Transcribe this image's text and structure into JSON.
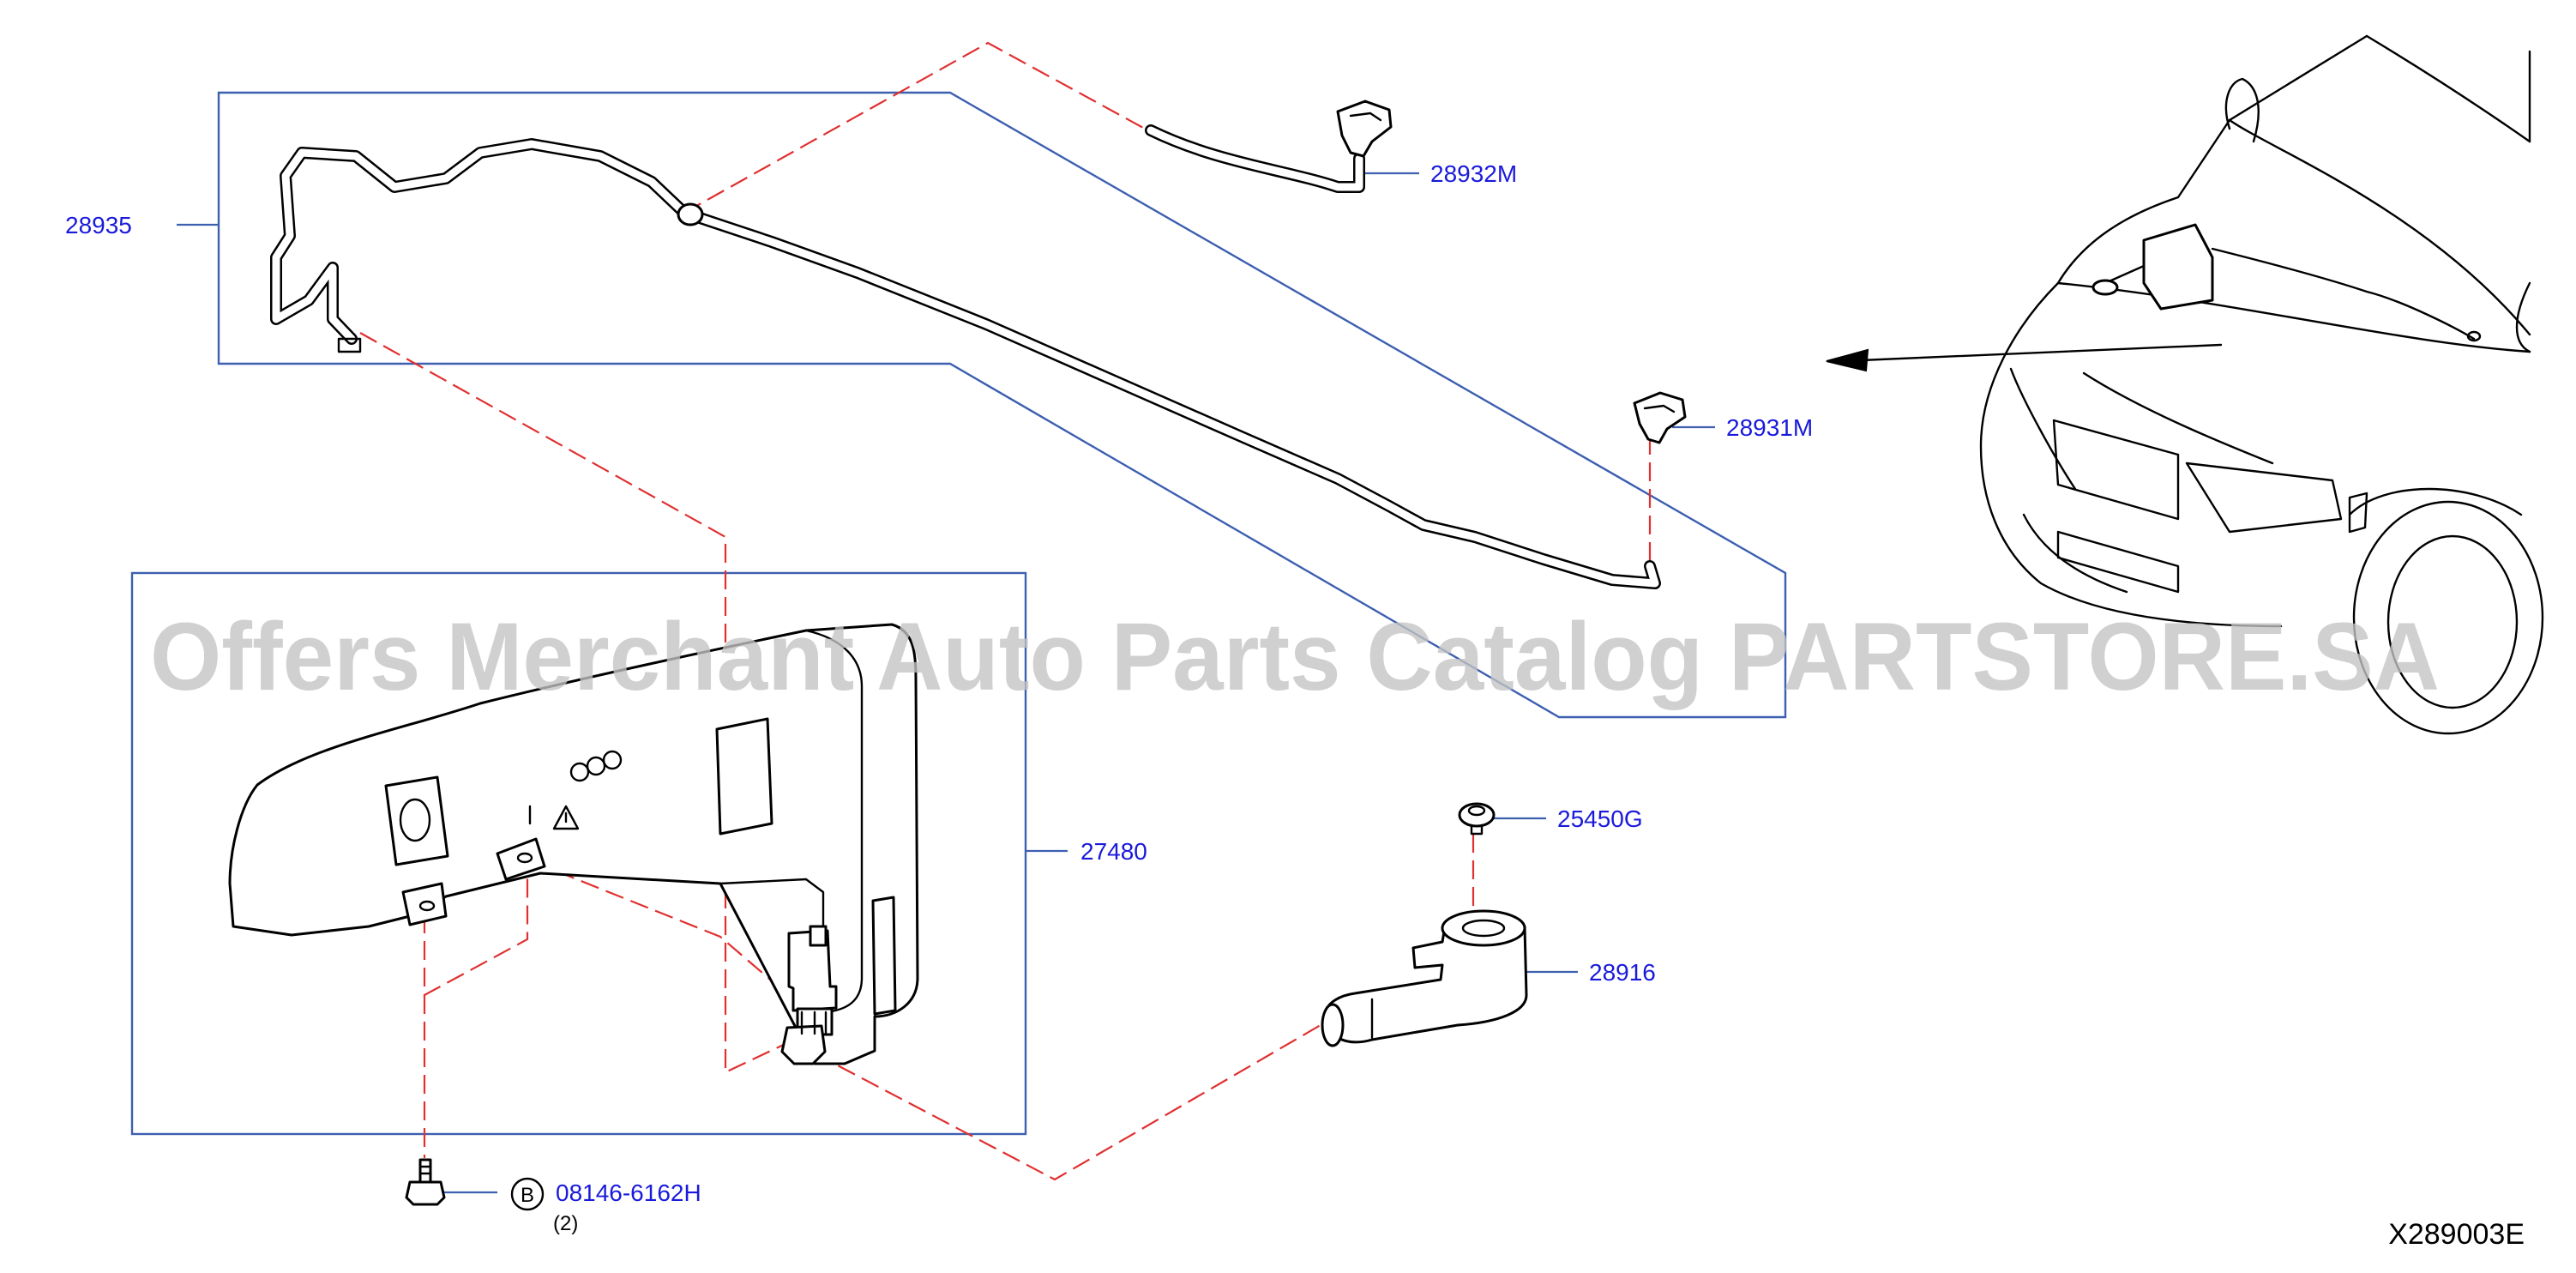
{
  "watermark": "Offers Merchant Auto Parts Catalog PARTSTORE.SA",
  "diagram_code": "X289003E",
  "callouts": {
    "hose": "28935",
    "nozzle_left": "28932M",
    "nozzle_right": "28931M",
    "tank": "27480",
    "filler_cap": "25450G",
    "filler_neck": "28916",
    "bolt": "08146-6162H",
    "bolt_ref": "B",
    "bolt_qty": "(2)"
  },
  "colors": {
    "callout_text": "#1a1adb",
    "leader_line": "#3d5fb0",
    "dash_line": "#e03030"
  }
}
